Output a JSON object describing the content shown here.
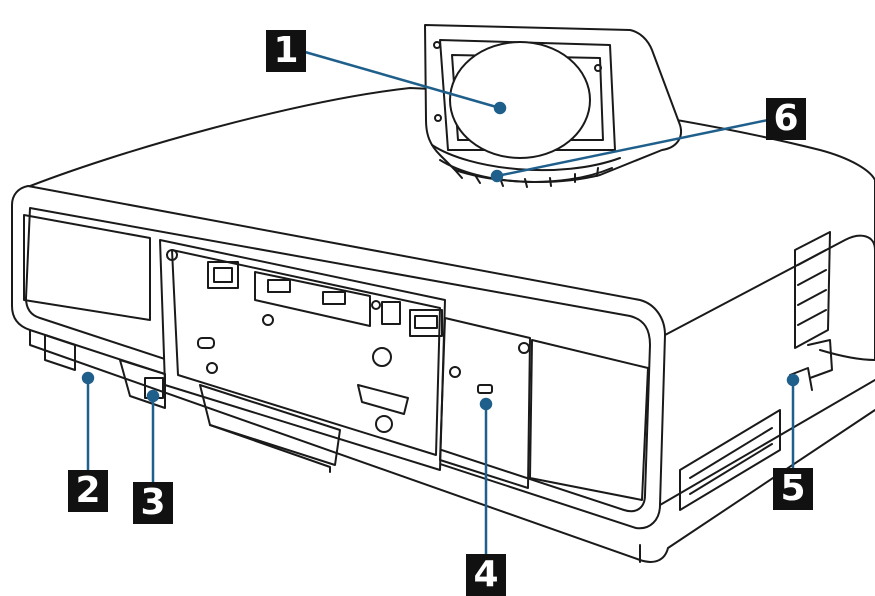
{
  "callouts": [
    {
      "id": "1",
      "label": "1"
    },
    {
      "id": "2",
      "label": "2"
    },
    {
      "id": "3",
      "label": "3"
    },
    {
      "id": "4",
      "label": "4"
    },
    {
      "id": "5",
      "label": "5"
    },
    {
      "id": "6",
      "label": "6"
    }
  ],
  "colors": {
    "leader_line": "#1f5f8b",
    "badge_fill": "#111111",
    "badge_text": "#ffffff",
    "body_stroke": "#1a1a1a"
  }
}
